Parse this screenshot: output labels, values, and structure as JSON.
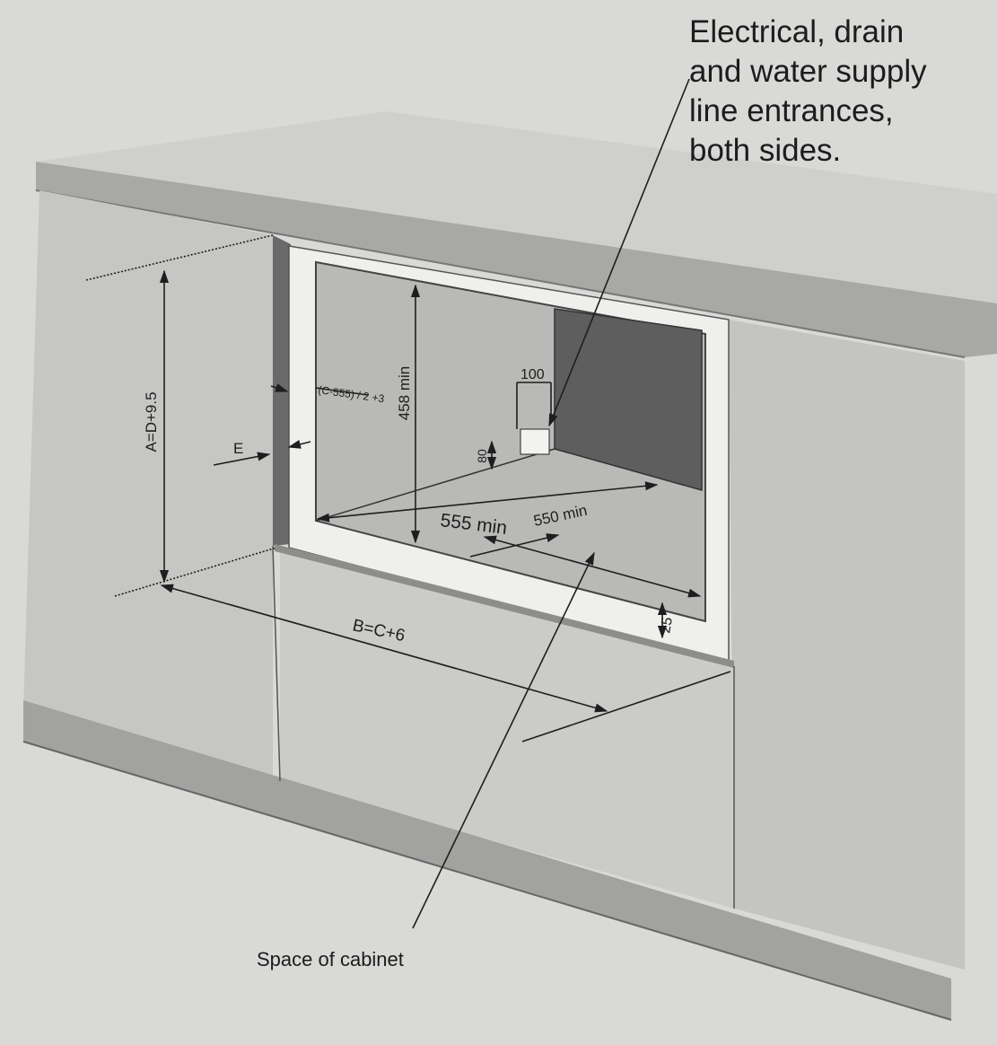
{
  "callouts": {
    "electrical_lines": [
      "Electrical, drain",
      "and water supply",
      "line entrances,",
      "both sides."
    ],
    "cabinet_space": "Space of cabinet"
  },
  "dimensions": {
    "a": "A=D+9.5",
    "b": "B=C+6",
    "e": "E",
    "offset": "(C-555) / 2 +3",
    "height_min": "458 min",
    "width_min": "555 min",
    "depth_min": "550 min",
    "entry_height": "80",
    "entry_width": "100",
    "gap": "25"
  },
  "colors": {
    "background": "#d9d9d7",
    "panel": "#c9c9c7",
    "dark_panel": "#5e5e5e",
    "frame": "#f0f0ee",
    "line": "#1e1e1e"
  }
}
